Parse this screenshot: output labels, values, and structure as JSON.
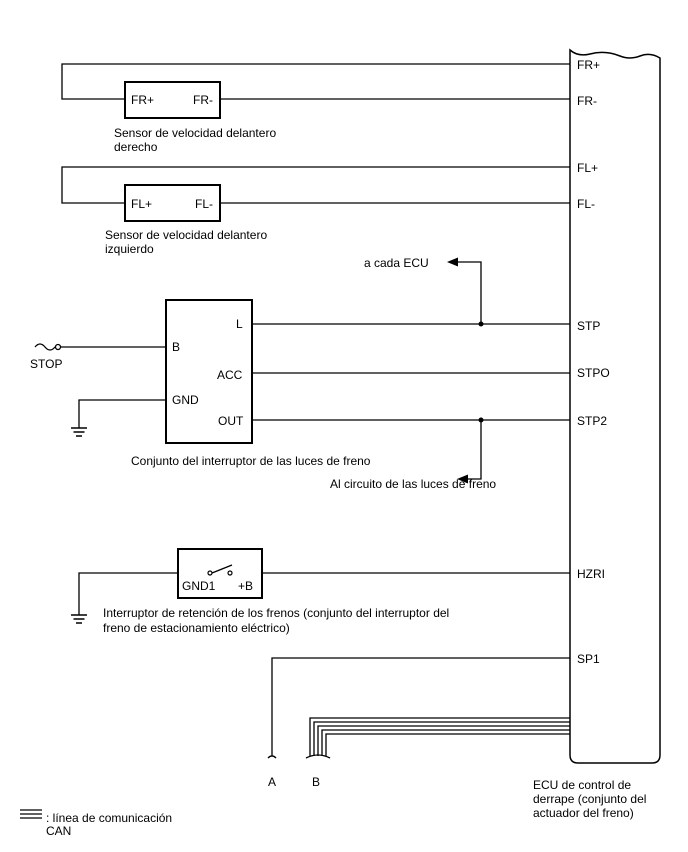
{
  "ecu": {
    "caption_lines": [
      "ECU de control de",
      "derrape (conjunto del",
      "actuador del freno)"
    ],
    "pins": [
      "FR+",
      "FR-",
      "FL+",
      "FL-",
      "STP",
      "STPO",
      "STP2",
      "HZRI",
      "SP1"
    ]
  },
  "front_right_sensor": {
    "pins": [
      "FR+",
      "FR-"
    ],
    "caption_lines": [
      "Sensor de velocidad delantero",
      "derecho"
    ]
  },
  "front_left_sensor": {
    "pins": [
      "FL+",
      "FL-"
    ],
    "caption_lines": [
      "Sensor de velocidad delantero",
      "izquierdo"
    ]
  },
  "stop_light_switch": {
    "pins": [
      "L",
      "B",
      "ACC",
      "GND",
      "OUT"
    ],
    "caption": "Conjunto del interruptor de las luces de freno",
    "fuse_label": "STOP"
  },
  "to_each_ecu": "a cada ECU",
  "to_stop_lights": "Al circuito de las luces de freno",
  "brake_hold_switch": {
    "pins": [
      "GND1",
      "+B"
    ],
    "caption_lines": [
      "Interruptor de retención de los frenos (conjunto del interruptor del",
      "freno de estacionamiento eléctrico)"
    ]
  },
  "connectors": [
    "A",
    "B"
  ],
  "legend": {
    "lines": [
      ": línea de comunicación",
      "CAN"
    ]
  }
}
